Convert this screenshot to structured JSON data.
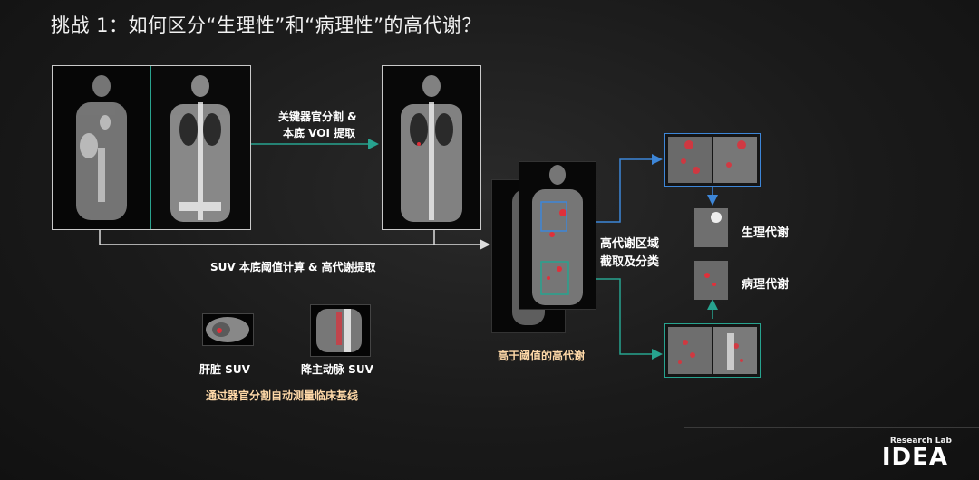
{
  "title": "挑战 1：如何区分“生理性”和“病理性”的高代谢？",
  "labels": {
    "segmentation_line1": "关键器官分割 &",
    "segmentation_line2": "本底 VOI 提取",
    "suv_threshold": "SUV 本底阈值计算 & 高代谢提取",
    "region_line1": "高代谢区域",
    "region_line2": "截取及分类",
    "physiological": "生理代谢",
    "pathological": "病理代谢",
    "liver_suv": "肝脏 SUV",
    "aorta_suv": "降主动脉 SUV",
    "auto_baseline": "通过器官分割自动测量临床基线",
    "above_threshold": "高于阈值的高代谢"
  },
  "logo": {
    "small": "Research Lab",
    "big": "IDEA"
  },
  "colors": {
    "teal_arrow": "#27a38f",
    "blue_arrow": "#3d86d8",
    "caption": "#ffd9a8",
    "highlight_red": "#e0303a"
  }
}
